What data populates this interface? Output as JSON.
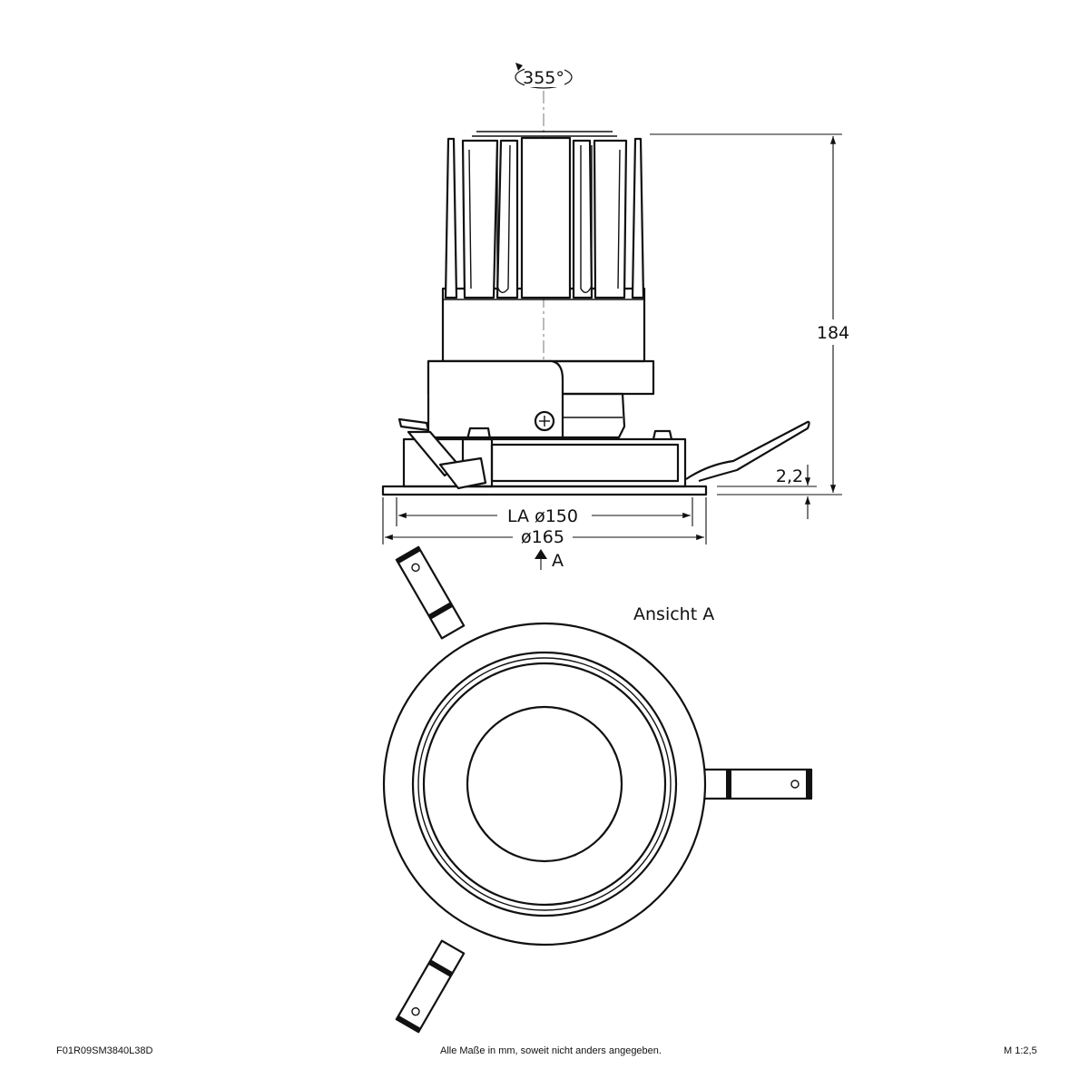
{
  "drawing": {
    "rotation_label": "355°",
    "height_label": "184",
    "flange_label": "2,2",
    "cutout_label": "LA ø150",
    "outer_label": "ø165",
    "view_marker_label": "A",
    "view_title": "Ansicht A"
  },
  "footer": {
    "article_number": "F01R09SM3840L38D",
    "note": "Alle Maße in mm, soweit nicht anders angegeben.",
    "scale": "M 1:2,5"
  }
}
